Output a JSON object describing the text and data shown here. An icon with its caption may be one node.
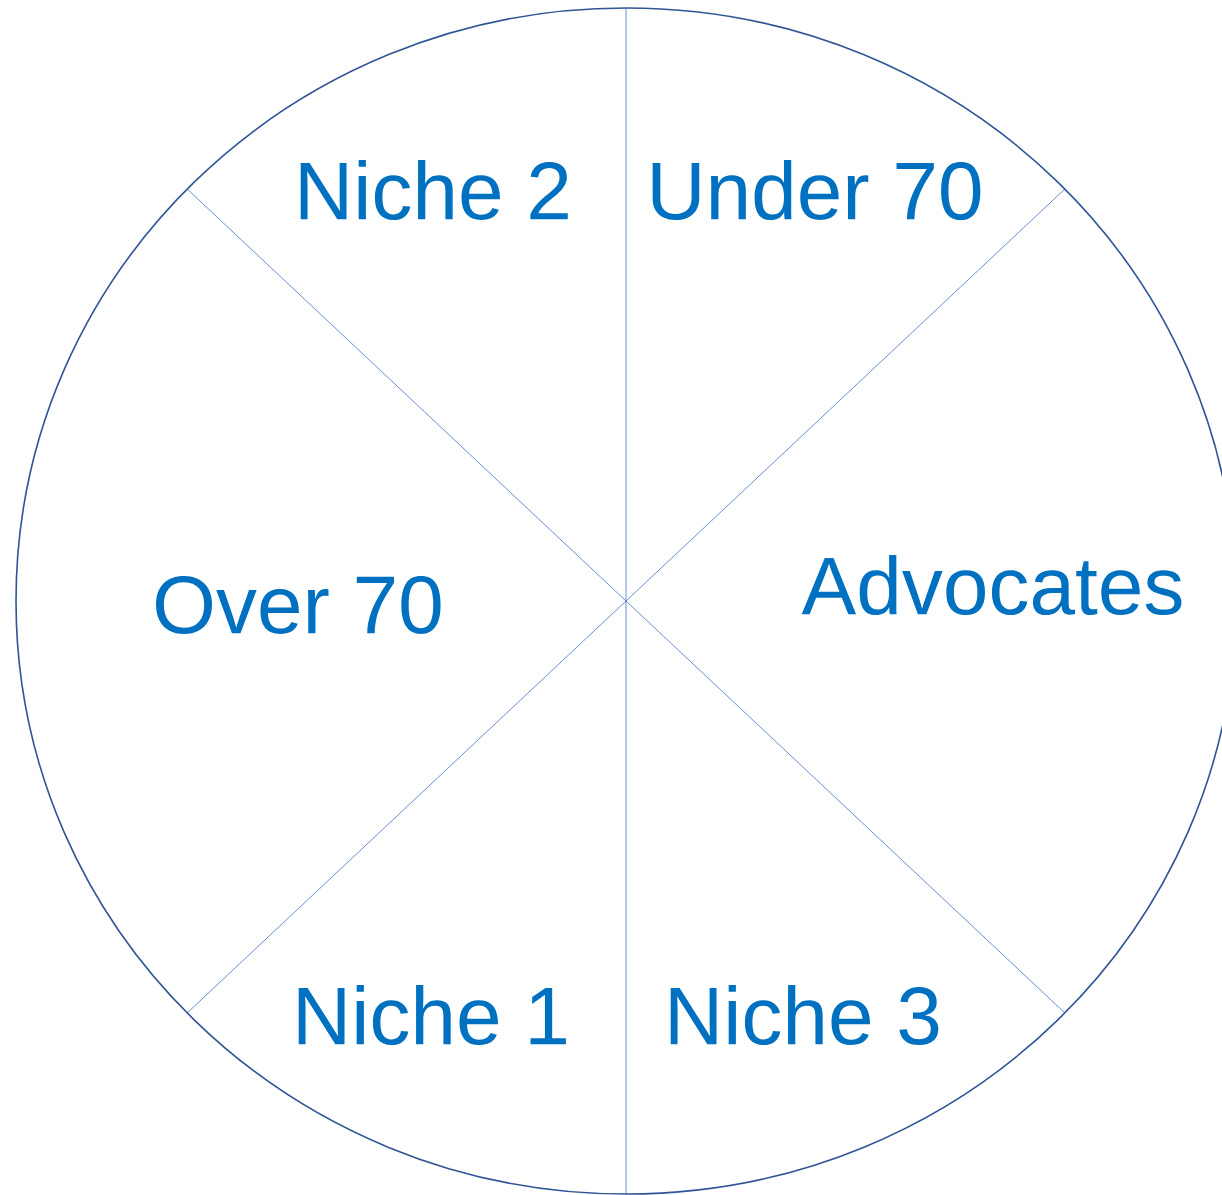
{
  "diagram": {
    "labels": [
      "Niche 2",
      "Under 70",
      "Over 70",
      "Advocates",
      "Niche 1",
      "Niche 3"
    ]
  }
}
